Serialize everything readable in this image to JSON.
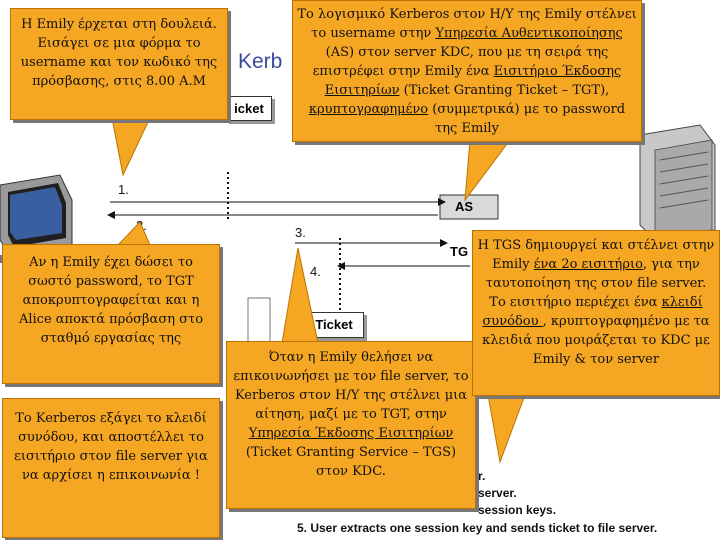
{
  "slide": {
    "title_fragment": "Kerb"
  },
  "callouts": {
    "emily_arrives": "Η Emily έρχεται στη δουλειά. Εισάγει σε μια φόρμα το username και τον κωδικό της πρόσβασης, στις 8.00 A.M",
    "kerberos_sends_parts": [
      "Το λογισμικό Kerberos στον Η/Υ της Emily στέλνει το username στην ",
      "Υπηρεσία Αυθεντικοποίησης",
      " (AS) στον server KDC, που με τη σειρά της επιστρέφει στην Emily ένα ",
      "Εισιτήριο Έκδοσης Εισιτηρίων",
      " (Ticket Granting Ticket – TGT), ",
      "κρυπτογραφημένο",
      " (συμμετρικά) με το password της Emily"
    ],
    "password_correct": "Αν η Emily έχει δώσει το σωστό password, το TGT αποκρυπτογραφείται και η Alice αποκτά πρόσβαση στο σταθμό εργασίας της",
    "session_key": "Το Kerberos εξάγει το κλειδί συνόδου, και αποστέλλει το εισιτήριο στον file server για να αρχίσει η επικοινωνία !",
    "tgs_request_parts": [
      "Όταν η Emily θελήσει να επικοινωνήσει με τον file server, το Kerberos στον Η/Υ της στέλνει μια αίτηση, μαζί με το TGT, στην ",
      "Υπηρεσία Έκδοσης Εισιτηρίων",
      " (Ticket Granting Service – TGS) στον KDC."
    ],
    "tgs_creates_parts": [
      "Η TGS δημιουργεί και στέλνει στην Emily ",
      "ένα 2ο εισιτήριο",
      ", για την ταυτοποίηση της στον file server. Το εισιτήριο περιέχει ένα ",
      "κλειδί συνόδου ",
      ", κρυπτογραφημένο με τα κλειδιά που μοιράζεται το KDC με Emily & τον server"
    ]
  },
  "diagram": {
    "box_ticket_top": "icket",
    "box_ticket_mid": "Ticket",
    "box_as": "AS",
    "box_tg_fragment": "TG",
    "step1": "1.",
    "step2": "2.",
    "step3": "3.",
    "step4": "4."
  },
  "steps_list": {
    "line_r": "r.",
    "line_server": "server.",
    "line_keys": "session keys.",
    "line5": "5. User extracts one session key and sends ticket to file server."
  },
  "colors": {
    "callout_fill": "#f5a623",
    "as_bar": "#d9d9d9"
  }
}
